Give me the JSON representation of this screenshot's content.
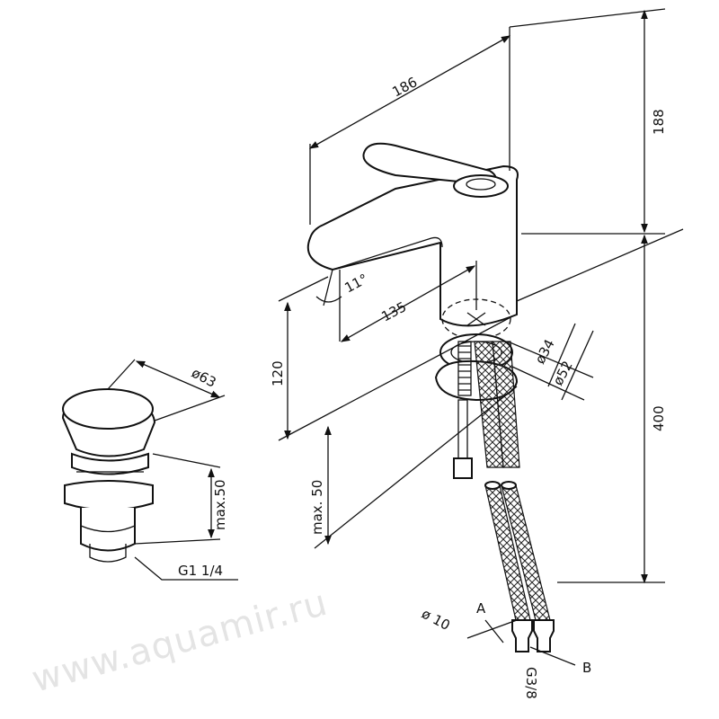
{
  "watermark": "www.aquamir.ru",
  "faucet": {
    "width": "186",
    "height_top": "188",
    "spout_angle": "11°",
    "spout_reach": "135",
    "spout_height": "120",
    "hole_diameter": "ø34",
    "base_diameter": "ø52",
    "hose_length": "400",
    "max_deck": "max. 50",
    "hose_diameter": "ø 10",
    "label_a": "A",
    "label_b": "B",
    "thread": "G3/8"
  },
  "drain": {
    "cap_diameter": "ø63",
    "max_height": "max.50",
    "thread": "G1 1/4"
  }
}
